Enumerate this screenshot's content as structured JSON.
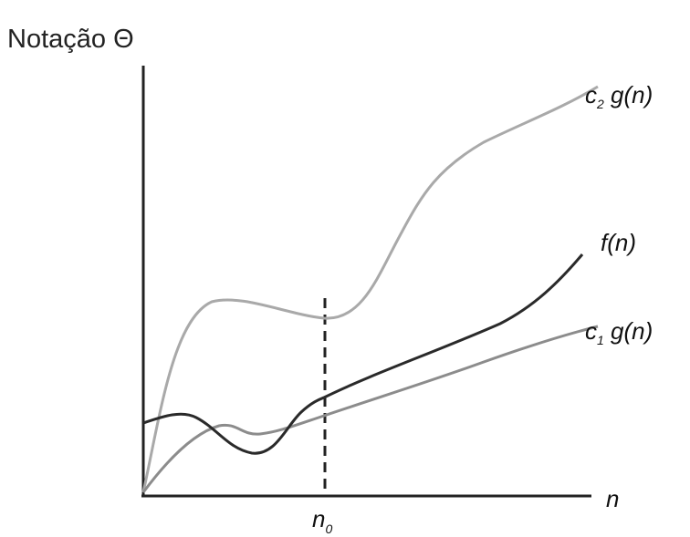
{
  "diagram": {
    "title": "Notação Θ",
    "x_axis_label": "n",
    "threshold_label": {
      "base": "n",
      "sub": "0"
    },
    "curves": [
      {
        "name": "upper-bound",
        "label": {
          "c": "c",
          "sub": "2",
          "rest": " g(n)"
        },
        "color": "#a9a9a9"
      },
      {
        "name": "function",
        "label": {
          "text": "f(n)"
        },
        "color": "#2a2a2a"
      },
      {
        "name": "lower-bound",
        "label": {
          "c": "c",
          "sub": "1",
          "rest": " g(n)"
        },
        "color": "#8c8c8c"
      }
    ]
  }
}
